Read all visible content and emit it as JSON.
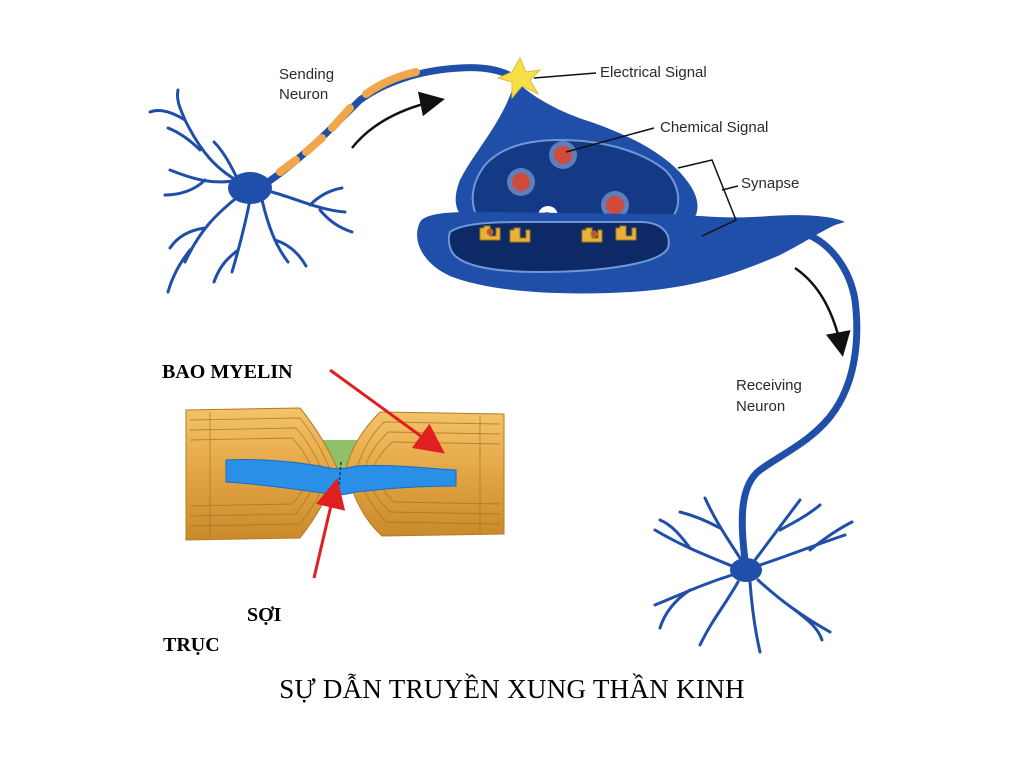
{
  "diagram": {
    "labels": {
      "sending_neuron": [
        "Sending",
        "Neuron"
      ],
      "electrical_signal": "Electrical Signal",
      "chemical_signal": "Chemical Signal",
      "synapse": "Synapse",
      "receiving_neuron": [
        "Receiving",
        "Neuron"
      ]
    },
    "colors": {
      "neuron_blue": "#1f4fa8",
      "neuron_dark": "#143a86",
      "cleft_dark": "#0e2a66",
      "myelin_orange": "#f0a64a",
      "myelin_sheath": "#d99a3a",
      "axon_blue": "#2a8fe6",
      "vesicle": "#d24a3a",
      "spark": "#f6e04a",
      "pointer_red": "#e02020"
    },
    "icons": [
      "electrical-spark-icon",
      "flow-arrow-icon"
    ]
  },
  "slide": {
    "myelin_label": "BAO MYELIN",
    "axon_label_line1": "SỢI",
    "axon_label_line2": "TRỤC",
    "caption": "SỰ DẪN TRUYỀN XUNG THẦN KINH"
  }
}
